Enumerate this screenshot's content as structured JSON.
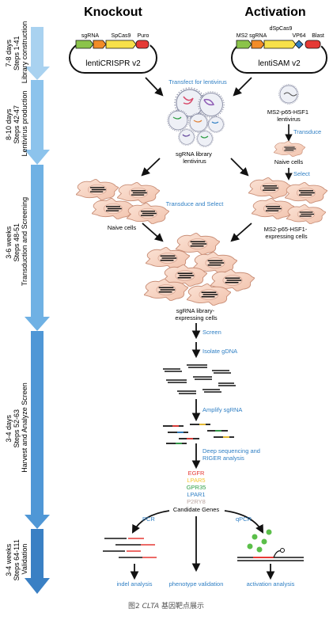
{
  "headers": {
    "knockout": "Knockout",
    "activation": "Activation"
  },
  "plasmids": {
    "left": {
      "labels": [
        "sgRNA",
        "SpCas9",
        "Puro"
      ],
      "name": "lentiCRISPR v2"
    },
    "right": {
      "labels": [
        "MS2 sgRNA",
        "dSpCas9",
        "VP64",
        "Blast"
      ],
      "name": "lentiSAM v2"
    }
  },
  "stages": [
    {
      "line1": "7-8 days",
      "line2": "Steps 1-41",
      "line3": "Library construction"
    },
    {
      "line1": "8-10 days",
      "line2": "Steps 42-47",
      "line3": "Lentivirus production"
    },
    {
      "line1": "3-6 weeks",
      "line2": "Steps 48-51",
      "line3": "Transduction and Screening"
    },
    {
      "line1": "3-4 days",
      "line2": "Steps 52-63",
      "line3": "Harvest and Analyze Screen"
    },
    {
      "line1": "3-4 weeks",
      "line2": "Steps 64-111",
      "line3": "Validation"
    }
  ],
  "labels": {
    "transfect": "Transfect for lentivirus",
    "sgrna_library_1": "sgRNA library",
    "sgrna_library_2": "lentivirus",
    "ms2_1": "MS2-p65-HSF1",
    "ms2_2": "lentivirus",
    "transduce": "Transduce",
    "naive_right": "Naive cells",
    "select": "Select",
    "transduce_select": "Transduce and Select",
    "naive_left": "Naive cells",
    "ms2_cells_1": "MS2-p65-HSF1-",
    "ms2_cells_2": "expressing cells",
    "library_cells_1": "sgRNA library-",
    "library_cells_2": "expressing cells",
    "screen": "Screen",
    "isolate": "Isolate gDNA",
    "amplify": "Amplify sgRNA",
    "deep_1": "Deep sequencing and",
    "deep_2": "RIGER analysis",
    "candidate": "Candidate Genes",
    "pcr": "PCR",
    "qpcr": "qPCR",
    "indel": "indel analysis",
    "phenotype": "phenotype validation",
    "activation_analysis": "activation analysis"
  },
  "genes": [
    {
      "name": "EGFR",
      "color": "#e53935"
    },
    {
      "name": "LPAR5",
      "color": "#f4c430"
    },
    {
      "name": "GPR35",
      "color": "#2e9e45"
    },
    {
      "name": "LPAR1",
      "color": "#2f7fc4"
    },
    {
      "name": "P2RY8",
      "color": "#b8a4a0"
    }
  ],
  "caption": {
    "prefix": "图2 ",
    "gene": "CLTA",
    "suffix": " 基因靶点展示"
  }
}
